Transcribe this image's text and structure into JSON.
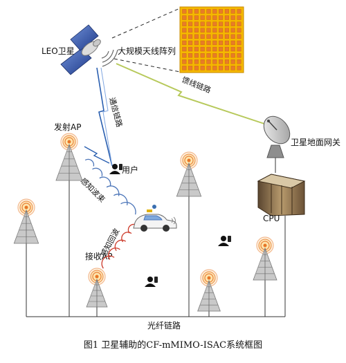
{
  "labels": {
    "satellite": "LEO卫星",
    "antenna_array": "大规模天线阵列",
    "comm_link": "通信链路",
    "feeder_link": "馈线链路",
    "ground_gateway": "卫星地面网关",
    "tx_ap": "发射AP",
    "user": "用户",
    "sensing_beam": "感知波束",
    "sensing_echo": "感知回波",
    "rx_ap": "接收AP",
    "cpu": "CPU",
    "fiber_link": "光纤链路"
  },
  "caption": "图1   卫星辅助的CF-mMIMO-ISAC系统框图",
  "colors": {
    "array_fill": "#f5b800",
    "array_cell": "#e87c28",
    "link_blue": "#2a5fb0",
    "feeder_green": "#b7c95b",
    "beam_blue": "#4a74b8",
    "echo_red": "#cc3a2a",
    "ap_ring": "#e77628",
    "tower_gray": "#8a8a8a"
  },
  "icons": [
    "satellite-icon",
    "antenna-tower-icon",
    "user-icon",
    "car-icon",
    "dish-icon",
    "server-rack-icon"
  ]
}
